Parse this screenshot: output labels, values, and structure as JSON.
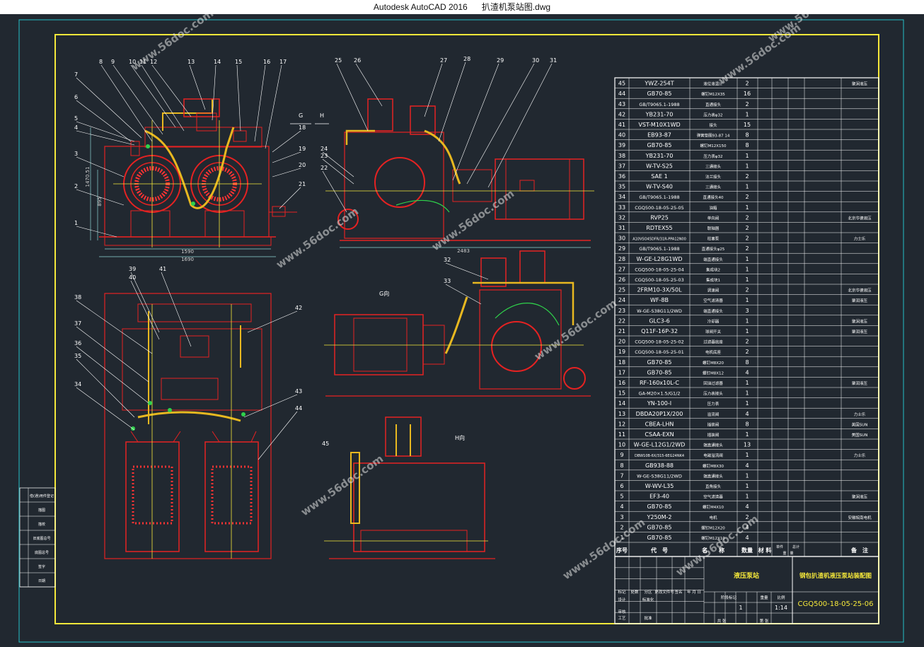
{
  "app": {
    "name": "Autodesk AutoCAD 2016",
    "file": "扒渣机泵站图.dwg"
  },
  "watermark": "www.56doc.com",
  "dimensions": {
    "top_width": "1590",
    "top_overall": "1690",
    "top_height": "1470.51",
    "mid_height": "895",
    "side_width": "2483"
  },
  "views": {
    "g": "G向",
    "h": "H向",
    "dir_g": "G",
    "dir_h": "H"
  },
  "callouts_top": [
    "8",
    "9",
    "10",
    "11",
    "12",
    "13",
    "14",
    "15",
    "16",
    "17"
  ],
  "bom": {
    "rows": [
      {
        "no": "45",
        "code": "YWZ-254T",
        "name": "液位液温计",
        "qty": "2",
        "note": "聚润液压"
      },
      {
        "no": "44",
        "code": "GB70-85",
        "name": "螺钉M12X35",
        "qty": "16",
        "note": ""
      },
      {
        "no": "43",
        "code": "GB/T9065.1-1988",
        "name": "直通接头",
        "qty": "2",
        "note": ""
      },
      {
        "no": "42",
        "code": "YB231-70",
        "name": "压力表φ32",
        "qty": "1",
        "note": ""
      },
      {
        "no": "41",
        "code": "VST-M10X1WD",
        "name": "接头",
        "qty": "15",
        "note": ""
      },
      {
        "no": "40",
        "code": "EB93-87",
        "name": "弹簧垫圈93-87 14",
        "qty": "8",
        "note": ""
      },
      {
        "no": "39",
        "code": "GB70-85",
        "name": "螺钉M12X150",
        "qty": "8",
        "note": ""
      },
      {
        "no": "38",
        "code": "YB231-70",
        "name": "压力表φ32",
        "qty": "1",
        "note": ""
      },
      {
        "no": "37",
        "code": "W-TV-S25",
        "name": "三通接头",
        "qty": "1",
        "note": ""
      },
      {
        "no": "36",
        "code": "SAE 1",
        "name": "法兰接头",
        "qty": "2",
        "note": ""
      },
      {
        "no": "35",
        "code": "W-TV-S40",
        "name": "三通接头",
        "qty": "1",
        "note": ""
      },
      {
        "no": "34",
        "code": "GB/T9065.1-1988",
        "name": "直通接头40",
        "qty": "2",
        "note": ""
      },
      {
        "no": "33",
        "code": "CGQ500-18-05-25-05",
        "name": "油箱",
        "qty": "1",
        "note": ""
      },
      {
        "no": "32",
        "code": "RVP25",
        "name": "单向阀",
        "qty": "2",
        "note": "北京华德液压"
      },
      {
        "no": "31",
        "code": "RDTEX55",
        "name": "联轴器",
        "qty": "2",
        "note": ""
      },
      {
        "no": "30",
        "code": "A10VSO45DFR/31R-PPA12N00",
        "name": "柱塞泵",
        "qty": "2",
        "note": "力士乐"
      },
      {
        "no": "29",
        "code": "GB/T9065.1-1988",
        "name": "直通接头φ25",
        "qty": "2",
        "note": ""
      },
      {
        "no": "28",
        "code": "W-GE-L28G1WD",
        "name": "端直通接头",
        "qty": "1",
        "note": ""
      },
      {
        "no": "27",
        "code": "CGQ500-18-05-25-04",
        "name": "集成块2",
        "qty": "1",
        "note": ""
      },
      {
        "no": "26",
        "code": "CGQ500-18-05-25-03",
        "name": "集成块1",
        "qty": "1",
        "note": ""
      },
      {
        "no": "25",
        "code": "2FRM10-3X/50L",
        "name": "调速阀",
        "qty": "2",
        "note": "北京华德液压"
      },
      {
        "no": "24",
        "code": "WF-8B",
        "name": "空气滤清器",
        "qty": "1",
        "note": "聚润液压"
      },
      {
        "no": "23",
        "code": "W-GE-S38G11/2WD",
        "name": "端直通接头",
        "qty": "3",
        "note": ""
      },
      {
        "no": "22",
        "code": "GLC3-6",
        "name": "冷却器",
        "qty": "1",
        "note": "聚润液压"
      },
      {
        "no": "21",
        "code": "Q11F-16P-32",
        "name": "球阀开关",
        "qty": "1",
        "note": "聚润液压"
      },
      {
        "no": "20",
        "code": "CGQ500-18-05-25-02",
        "name": "过滤器底座",
        "qty": "2",
        "note": ""
      },
      {
        "no": "19",
        "code": "CGQ500-18-05-25-01",
        "name": "电机底座",
        "qty": "2",
        "note": ""
      },
      {
        "no": "18",
        "code": "GB70-85",
        "name": "螺钉M8X20",
        "qty": "8",
        "note": ""
      },
      {
        "no": "17",
        "code": "GB70-85",
        "name": "螺钉M8X12",
        "qty": "4",
        "note": ""
      },
      {
        "no": "16",
        "code": "RF-160x10L-C",
        "name": "回油过滤器",
        "qty": "1",
        "note": "聚润液压"
      },
      {
        "no": "15",
        "code": "GA-M20×1.5/G1/2",
        "name": "压力表接头",
        "qty": "1",
        "note": ""
      },
      {
        "no": "14",
        "code": "YN-100-I",
        "name": "压力表",
        "qty": "1",
        "note": ""
      },
      {
        "no": "13",
        "code": "DBDA20P1X/200",
        "name": "溢流阀",
        "qty": "4",
        "note": "力士乐"
      },
      {
        "no": "12",
        "code": "CBEA-LHN",
        "name": "插装阀",
        "qty": "8",
        "note": "美国SUN"
      },
      {
        "no": "11",
        "code": "CSAA-EXN",
        "name": "插装阀",
        "qty": "1",
        "note": "美国SUN"
      },
      {
        "no": "10",
        "code": "W-GE-L12G1/2WD",
        "name": "端直通接头",
        "qty": "13",
        "note": ""
      },
      {
        "no": "9",
        "code": "DBW10B-6X/315-6EG24NK4",
        "name": "电磁溢流阀",
        "qty": "1",
        "note": "力士乐"
      },
      {
        "no": "8",
        "code": "GB938-88",
        "name": "螺钉M8X30",
        "qty": "4",
        "note": ""
      },
      {
        "no": "7",
        "code": "W-GE-S38G11/2WD",
        "name": "端直通接头",
        "qty": "1",
        "note": ""
      },
      {
        "no": "6",
        "code": "W-WV-L35",
        "name": "直角接头",
        "qty": "1",
        "note": ""
      },
      {
        "no": "5",
        "code": "EF3-40",
        "name": "空气滤清器",
        "qty": "1",
        "note": "聚润液压"
      },
      {
        "no": "4",
        "code": "GB70-85",
        "name": "螺钉M4X10",
        "qty": "4",
        "note": ""
      },
      {
        "no": "3",
        "code": "Y250M-2",
        "name": "电机",
        "qty": "2",
        "note": "安徽皖南电机"
      },
      {
        "no": "2",
        "code": "GB70-85",
        "name": "螺钉M12X20",
        "qty": "4",
        "note": ""
      },
      {
        "no": "1",
        "code": "GB70-85",
        "name": "螺钉M12X10",
        "qty": "4",
        "note": ""
      }
    ],
    "header": {
      "no": "序号",
      "code": "代　号",
      "name": "名　　称",
      "qty": "数量",
      "material": "材 料",
      "unit_weight": "单件",
      "total_weight": "总计",
      "weight": "重　量",
      "note": "备　注"
    }
  },
  "title_block": {
    "part_name": "液压泵站",
    "drawing_title": "钢包扒渣机液压泵站装配图",
    "drawing_no": "CGQ500-18-05-25-06",
    "scale": "1:14",
    "sheet_qty": "1",
    "labels": {
      "mark": "标记",
      "count": "处数",
      "zone": "分区",
      "change_doc": "更改文件号",
      "sign": "签名",
      "date": "年 月 日",
      "design": "设计",
      "standard": "标准化",
      "stage": "阶段标记",
      "weight": "重量",
      "scale": "比例",
      "check": "审核",
      "process": "工艺",
      "approve": "批准",
      "total_sheets": "共 张",
      "sheet_no": "第 张"
    }
  },
  "left_strip": [
    "借(通)用件登记",
    "描图",
    "描校",
    "旧底图总号",
    "底图总号",
    "签字",
    "日期"
  ]
}
